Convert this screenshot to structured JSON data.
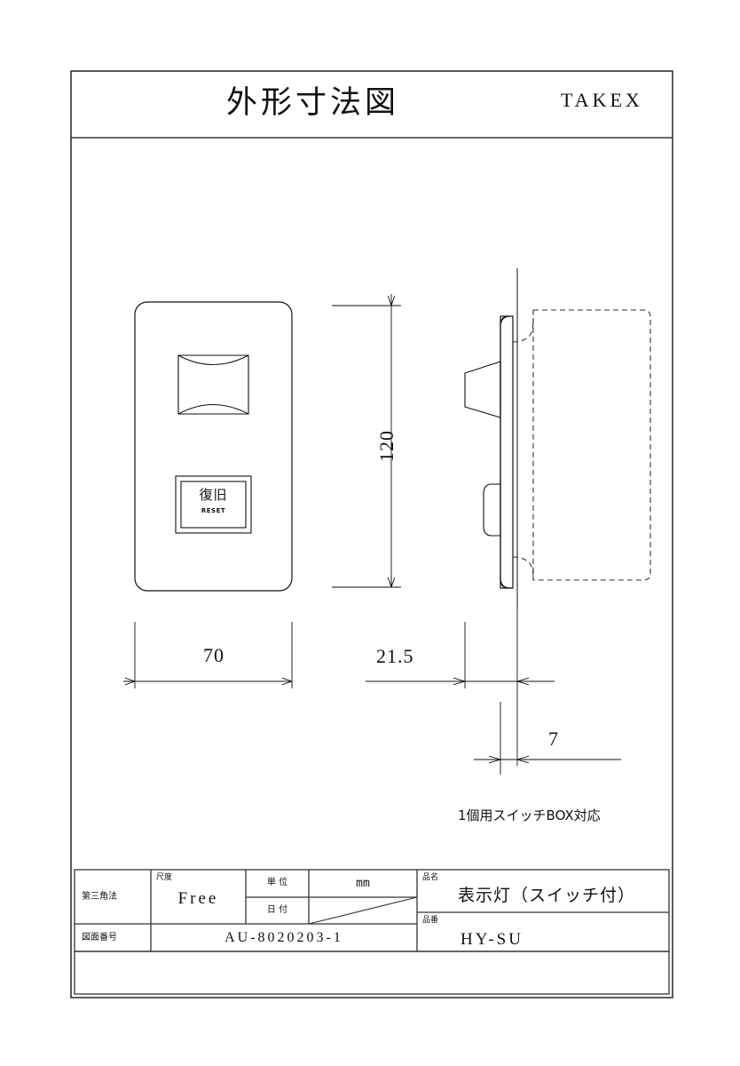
{
  "document": {
    "title": "外形寸法図",
    "brand": "TAKEX"
  },
  "front_view": {
    "name": "front-view",
    "button": {
      "label_jp": "復旧",
      "label_en": "RESET"
    },
    "dimensions": {
      "height": "120",
      "width": "70"
    }
  },
  "side_view": {
    "name": "side-view",
    "dimensions": {
      "depth": "21.5",
      "plate_thickness": "7"
    },
    "note": "1個用スイッチBOX対応"
  },
  "title_block": {
    "projection_label": "第三角法",
    "scale_label": "尺度",
    "scale_value": "Free",
    "unit_label": "単 位",
    "unit_value": "mm",
    "date_label": "日 付",
    "date_value": "",
    "drawing_no_label": "図面番号",
    "drawing_no_value": "AU-8020203-1",
    "product_name_label": "品名",
    "product_name_value": "表示灯（スイッチ付）",
    "part_no_label": "品番",
    "part_no_value": "HY-SU"
  },
  "style": {
    "line_color": "#222222",
    "paper_color": "#ffffff"
  }
}
